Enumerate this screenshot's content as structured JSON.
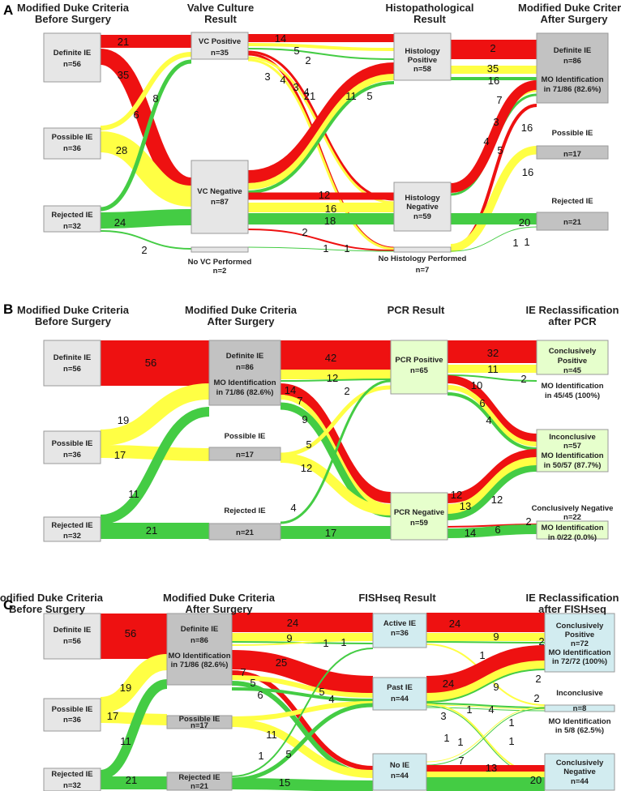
{
  "colors": {
    "definite": "#ee1111",
    "possible": "#ffff44",
    "rejected": "#44cc44",
    "node_grey": "#e6e6e6",
    "node_dark": "#c2c2c2",
    "node_green": "#e6ffcc",
    "node_blue": "#d2ecf0"
  },
  "panels": [
    {
      "letter": "A",
      "headers": [
        {
          "l1": "Modified Duke Criteria",
          "l2": "Before Surgery"
        },
        {
          "l1": "Valve Culture",
          "l2": "Result"
        },
        {
          "l1": "Histopathological",
          "l2": "Result"
        },
        {
          "l1": "Modified Duke Criteria",
          "l2": "After Surgery"
        }
      ],
      "nodes": {
        "def_before": {
          "l1": "Definite IE",
          "l2": "n=56"
        },
        "pos_before": {
          "l1": "Possible IE",
          "l2": "n=36"
        },
        "rej_before": {
          "l1": "Rejected IE",
          "l2": "n=32"
        },
        "vc_pos": {
          "l1": "VC Positive",
          "l2": "n=35"
        },
        "vc_neg": {
          "l1": "VC Negative",
          "l2": "n=87"
        },
        "vc_none": {
          "l1": "No VC Performed",
          "l2": "n=2"
        },
        "hist_pos": {
          "l1": "Histology",
          "l2": "Positive",
          "l3": "n=58"
        },
        "hist_neg": {
          "l1": "Histology",
          "l2": "Negative",
          "l3": "n=59"
        },
        "hist_none": {
          "l1": "No Histology Performed",
          "l2": "n=7"
        },
        "def_after": {
          "l1": "Definite IE",
          "l2": "n=86",
          "l3": "MO Identification",
          "l4": "in 71/86 (82.6%)"
        },
        "pos_after": {
          "l1": "Possible IE",
          "l2": "n=17"
        },
        "rej_after": {
          "l1": "Rejected IE",
          "l2": "n=21"
        }
      },
      "flow_labels": [
        "21",
        "35",
        "8",
        "6",
        "28",
        "24",
        "2",
        "14",
        "5",
        "2",
        "3",
        "4",
        "3",
        "4",
        "21",
        "11",
        "5",
        "12",
        "16",
        "18",
        "2",
        "1",
        "1",
        "2",
        "35",
        "16",
        "7",
        "3",
        "4",
        "16",
        "5",
        "16",
        "1",
        "20",
        "1"
      ]
    },
    {
      "letter": "B",
      "headers": [
        {
          "l1": "Modified Duke Criteria",
          "l2": "Before Surgery"
        },
        {
          "l1": "Modified Duke Criteria",
          "l2": "After Surgery"
        },
        {
          "l1": "PCR Result",
          "l2": ""
        },
        {
          "l1": "IE Reclassification",
          "l2": "after PCR"
        }
      ],
      "nodes": {
        "def_before": {
          "l1": "Definite IE",
          "l2": "n=56"
        },
        "pos_before": {
          "l1": "Possible IE",
          "l2": "n=36"
        },
        "rej_before": {
          "l1": "Rejected IE",
          "l2": "n=32"
        },
        "def_after": {
          "l1": "Definite IE",
          "l2": "n=86",
          "l3": "MO Identification",
          "l4": "in 71/86 (82.6%)"
        },
        "pos_after": {
          "l1": "Possible IE",
          "l2": "n=17"
        },
        "rej_after": {
          "l1": "Rejected IE",
          "l2": "n=21"
        },
        "pcr_pos": {
          "l1": "PCR Positive",
          "l2": "n=65"
        },
        "pcr_neg": {
          "l1": "PCR Negative",
          "l2": "n=59"
        },
        "concl_pos": {
          "l1": "Conclusively",
          "l2": "Positive",
          "l3": "n=45",
          "l4": "MO Identification",
          "l5": "in 45/45 (100%)"
        },
        "inconcl": {
          "l1": "Inconclusive",
          "l2": "n=57",
          "l3": "MO Identification",
          "l4": "in 50/57 (87.7%)"
        },
        "concl_neg": {
          "l1": "Conclusively Negative",
          "l2": "n=22",
          "l3": "MO Identification",
          "l4": "in 0/22 (0.0%)"
        }
      },
      "flow_labels": [
        "56",
        "19",
        "17",
        "11",
        "21",
        "42",
        "12",
        "14",
        "7",
        "9",
        "2",
        "5",
        "12",
        "4",
        "17",
        "32",
        "11",
        "2",
        "10",
        "6",
        "4",
        "12",
        "13",
        "12",
        "2",
        "14",
        "6"
      ]
    },
    {
      "letter": "C",
      "headers": [
        {
          "l1": "Modified Duke Criteria",
          "l2": "Before Surgery"
        },
        {
          "l1": "Modified Duke Criteria",
          "l2": "After Surgery"
        },
        {
          "l1": "FISHseq Result",
          "l2": ""
        },
        {
          "l1": "IE Reclassification",
          "l2": "after FISHseq"
        }
      ],
      "nodes": {
        "def_before": {
          "l1": "Definite IE",
          "l2": "n=56"
        },
        "pos_before": {
          "l1": "Possible IE",
          "l2": "n=36"
        },
        "rej_before": {
          "l1": "Rejected IE",
          "l2": "n=32"
        },
        "def_after": {
          "l1": "Definite IE",
          "l2": "n=86",
          "l3": "MO Identification",
          "l4": "in 71/86 (82.6%)"
        },
        "pos_after": {
          "l1": "Possible IE",
          "l2": "n=17"
        },
        "rej_after": {
          "l1": "Rejected IE",
          "l2": "n=21"
        },
        "active": {
          "l1": "Active IE",
          "l2": "n=36"
        },
        "past": {
          "l1": "Past IE",
          "l2": "n=44"
        },
        "noie": {
          "l1": "No IE",
          "l2": "n=44"
        },
        "concl_pos": {
          "l1": "Conclusively",
          "l2": "Positive",
          "l3": "n=72",
          "l4": "MO Identification",
          "l5": "in 72/72 (100%)"
        },
        "inconcl": {
          "l1": "Inconclusive",
          "l2": "n=8",
          "l3": "MO Identification",
          "l4": "in 5/8 (62.5%)"
        },
        "concl_neg": {
          "l1": "Conclusively",
          "l2": "Negative",
          "l3": "n=44"
        }
      },
      "flow_labels": [
        "56",
        "19",
        "17",
        "11",
        "21",
        "24",
        "9",
        "1",
        "1",
        "25",
        "7",
        "5",
        "6",
        "5",
        "4",
        "11",
        "5",
        "1",
        "15",
        "24",
        "9",
        "2",
        "1",
        "24",
        "9",
        "2",
        "3",
        "1",
        "4",
        "1",
        "2",
        "1",
        "1",
        "1",
        "7",
        "13",
        "20"
      ]
    }
  ]
}
